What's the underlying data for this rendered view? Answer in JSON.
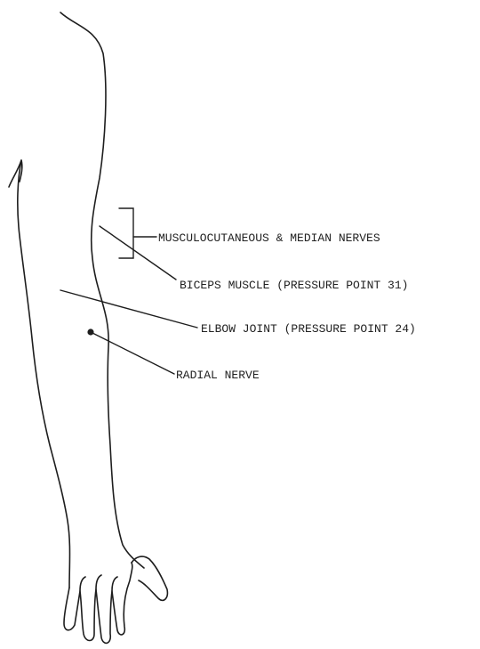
{
  "labels": {
    "nerves": "MUSCULOCUTANEOUS & MEDIAN NERVES",
    "biceps": "BICEPS MUSCLE (PRESSURE POINT 31)",
    "elbow": "ELBOW JOINT (PRESSURE POINT 24)",
    "radial": "RADIAL NERVE"
  },
  "colors": {
    "line": "#1e1e1e",
    "text": "#222222",
    "background": "#ffffff"
  }
}
